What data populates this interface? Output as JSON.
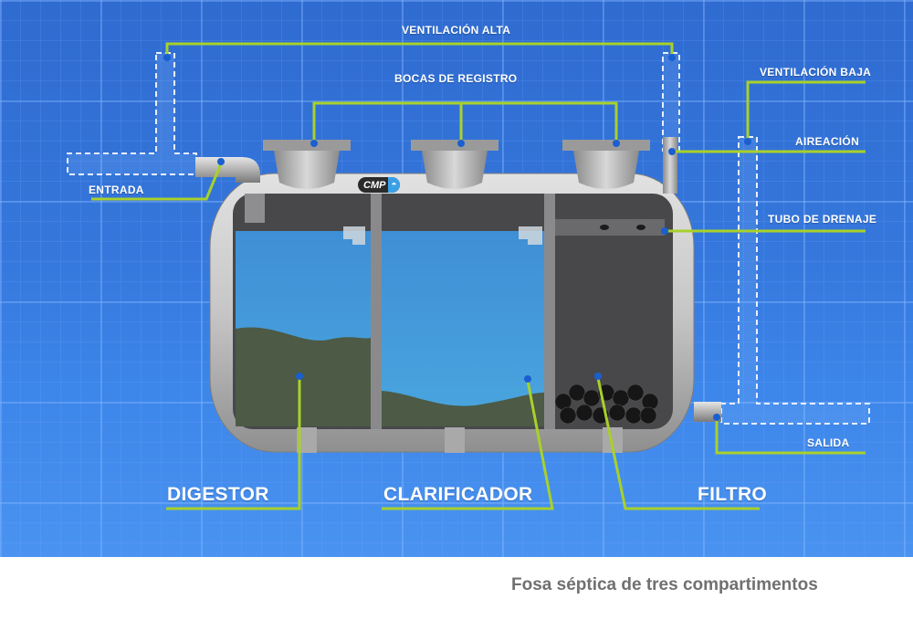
{
  "diagram": {
    "title": "Fosa séptica de tres compartimentos",
    "labels": {
      "ventilacion_alta": "VENTILACIÓN ALTA",
      "bocas_de_registro": "BOCAS DE REGISTRO",
      "ventilacion_baja": "VENTILACIÓN BAJA",
      "aireacion": "AIREACIÓN",
      "tubo_de_drenaje": "TUBO DE DRENAJE",
      "entrada": "ENTRADA",
      "salida": "SALIDA",
      "digestor": "DIGESTOR",
      "clarificador": "CLARIFICADOR",
      "filtro": "FILTRO"
    },
    "logo": {
      "text": "CMP",
      "icon": "water-drop-icon",
      "drop_glyph": "💧"
    },
    "colors": {
      "background": "#3577dc",
      "leader_line": "#a8d12a",
      "marker_dot": "#1a5fd0",
      "tank_shell": "#c9c9c9",
      "tank_interior": "#4a4a4c",
      "water": "#3d9ad8",
      "sludge": "#4f5a48",
      "caption_text": "#707070"
    }
  }
}
